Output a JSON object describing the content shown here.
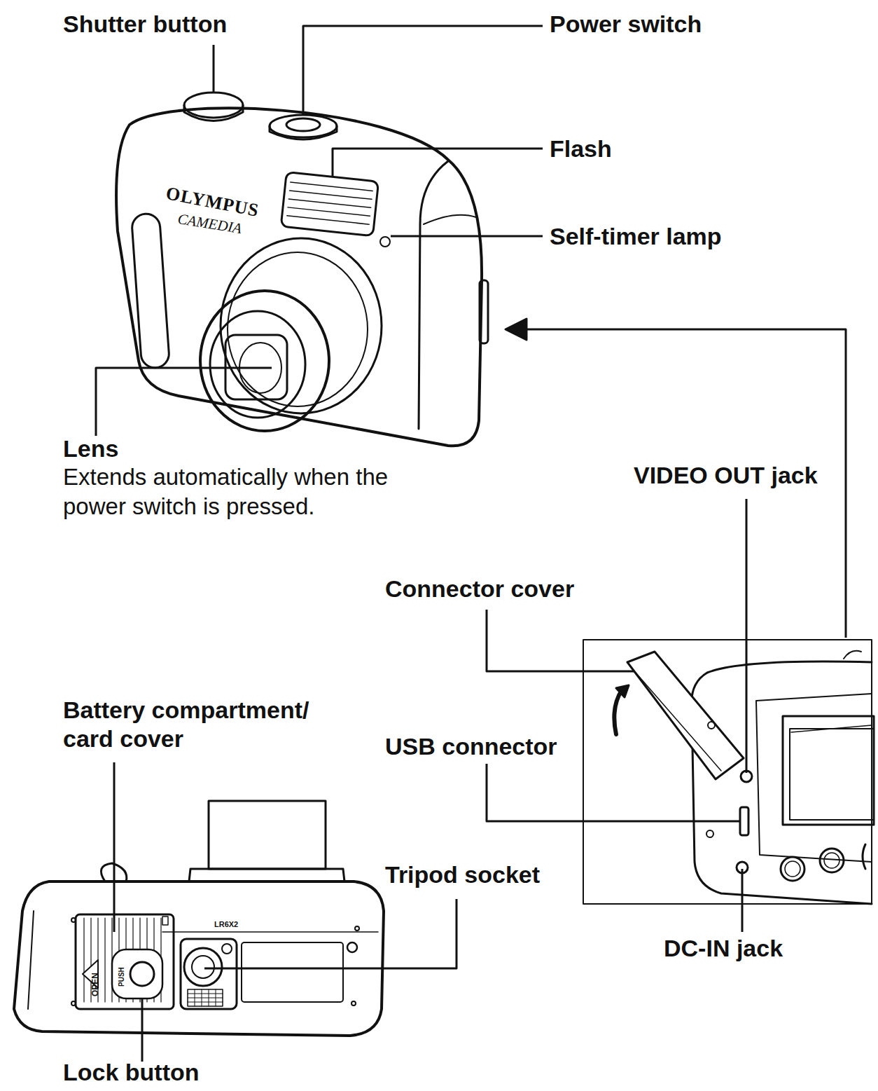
{
  "diagram": {
    "labels": [
      "Shutter button",
      "Power switch",
      "Flash",
      "Self-timer lamp",
      "OLYMPUS",
      "CAMEDIA",
      "Lens",
      "Extends automatically when the power switch is pressed.",
      "VIDEO OUT jack",
      "Connector cover",
      "Battery compartment/ card cover",
      "USB connector",
      "Tripod socket",
      "DC-IN jack",
      "LR6X2",
      "OPEN",
      "PUSH",
      "Lock button"
    ]
  }
}
